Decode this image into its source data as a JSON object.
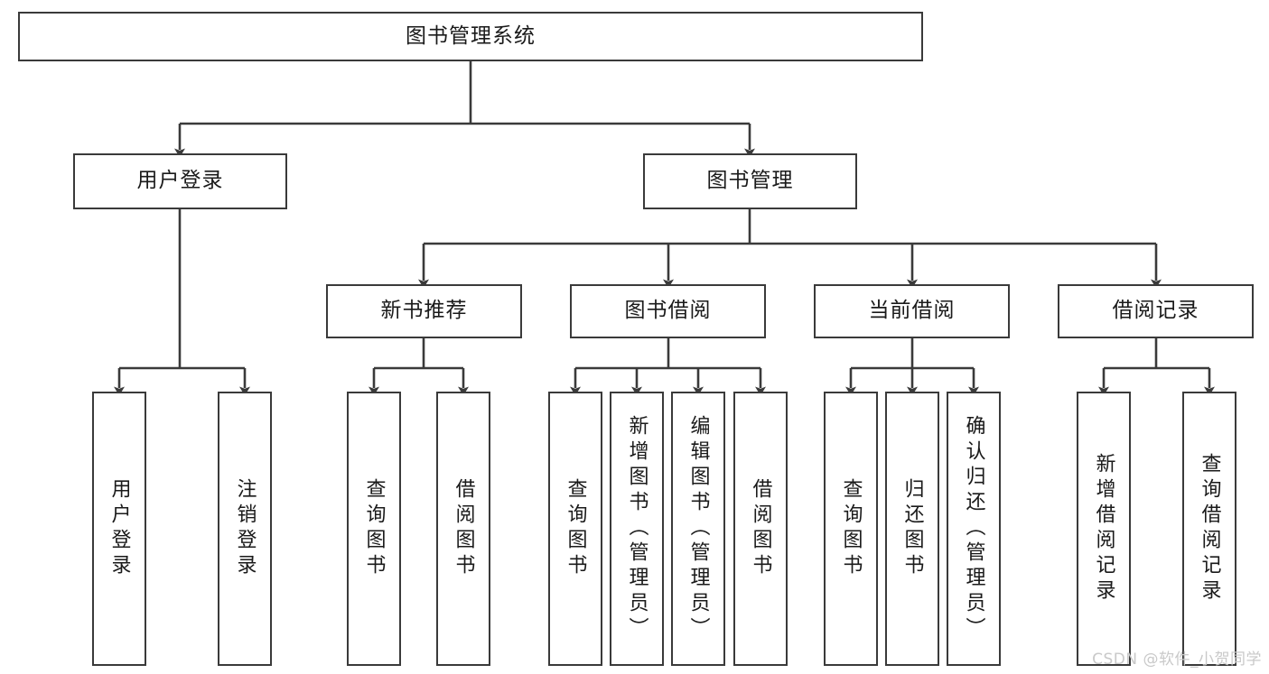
{
  "diagram": {
    "type": "tree-hierarchy-chart",
    "title": "图书管理系统",
    "line_color": "#3a3a3a",
    "box_fill": "#ffffff",
    "text_color": "#1a1a1a",
    "root": {
      "label": "图书管理系统",
      "orientation": "horizontal"
    },
    "level1": [
      {
        "label": "用户登录",
        "orientation": "horizontal"
      },
      {
        "label": "图书管理",
        "orientation": "horizontal"
      }
    ],
    "level2": [
      {
        "label": "新书推荐",
        "orientation": "horizontal"
      },
      {
        "label": "图书借阅",
        "orientation": "horizontal"
      },
      {
        "label": "当前借阅",
        "orientation": "horizontal"
      },
      {
        "label": "借阅记录",
        "orientation": "horizontal"
      }
    ],
    "leaves": {
      "user_login": [
        {
          "label": "用户登录",
          "orientation": "vertical"
        },
        {
          "label": "注销登录",
          "orientation": "vertical"
        }
      ],
      "new_book_recommend": [
        {
          "label": "查询图书",
          "orientation": "vertical"
        },
        {
          "label": "借阅图书",
          "orientation": "vertical"
        }
      ],
      "book_borrow": [
        {
          "label": "查询图书",
          "orientation": "vertical"
        },
        {
          "label": "新增图书（管理员）",
          "orientation": "vertical"
        },
        {
          "label": "编辑图书（管理员）",
          "orientation": "vertical"
        },
        {
          "label": "借阅图书",
          "orientation": "vertical"
        }
      ],
      "current_borrow": [
        {
          "label": "查询图书",
          "orientation": "vertical"
        },
        {
          "label": "归还图书",
          "orientation": "vertical"
        },
        {
          "label": "确认归还（管理员）",
          "orientation": "vertical"
        }
      ],
      "borrow_record": [
        {
          "label": "新增借阅记录",
          "orientation": "vertical"
        },
        {
          "label": "查询借阅记录",
          "orientation": "vertical"
        }
      ]
    }
  },
  "watermark": {
    "text": "CSDN @软件_小贺同学"
  }
}
